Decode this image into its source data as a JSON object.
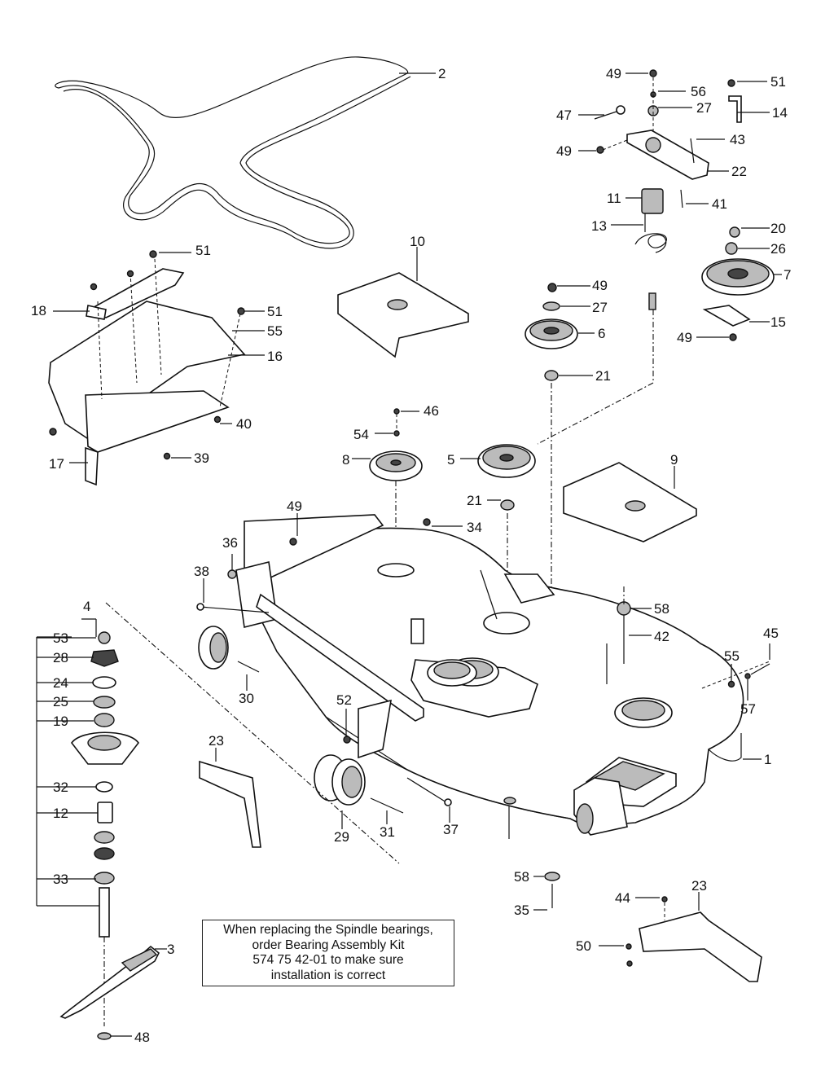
{
  "diagram": {
    "callouts": [
      {
        "id": "c2",
        "label": "2"
      },
      {
        "id": "c49a",
        "label": "49"
      },
      {
        "id": "c51a",
        "label": "51"
      },
      {
        "id": "c56",
        "label": "56"
      },
      {
        "id": "c47",
        "label": "47"
      },
      {
        "id": "c27a",
        "label": "27"
      },
      {
        "id": "c14",
        "label": "14"
      },
      {
        "id": "c49b",
        "label": "49"
      },
      {
        "id": "c43",
        "label": "43"
      },
      {
        "id": "c22",
        "label": "22"
      },
      {
        "id": "c11",
        "label": "11"
      },
      {
        "id": "c41",
        "label": "41"
      },
      {
        "id": "c13",
        "label": "13"
      },
      {
        "id": "c20",
        "label": "20"
      },
      {
        "id": "c26",
        "label": "26"
      },
      {
        "id": "c7",
        "label": "7"
      },
      {
        "id": "c15",
        "label": "15"
      },
      {
        "id": "c49c",
        "label": "49"
      },
      {
        "id": "c51b",
        "label": "51"
      },
      {
        "id": "c18",
        "label": "18"
      },
      {
        "id": "c51c",
        "label": "51"
      },
      {
        "id": "c55a",
        "label": "55"
      },
      {
        "id": "c16",
        "label": "16"
      },
      {
        "id": "c40",
        "label": "40"
      },
      {
        "id": "c39",
        "label": "39"
      },
      {
        "id": "c17",
        "label": "17"
      },
      {
        "id": "c10",
        "label": "10"
      },
      {
        "id": "c49d",
        "label": "49"
      },
      {
        "id": "c27b",
        "label": "27"
      },
      {
        "id": "c6",
        "label": "6"
      },
      {
        "id": "c21a",
        "label": "21"
      },
      {
        "id": "c46",
        "label": "46"
      },
      {
        "id": "c54",
        "label": "54"
      },
      {
        "id": "c8",
        "label": "8"
      },
      {
        "id": "c5",
        "label": "5"
      },
      {
        "id": "c9",
        "label": "9"
      },
      {
        "id": "c21b",
        "label": "21"
      },
      {
        "id": "c49e",
        "label": "49"
      },
      {
        "id": "c34",
        "label": "34"
      },
      {
        "id": "c36",
        "label": "36"
      },
      {
        "id": "c38",
        "label": "38"
      },
      {
        "id": "c58a",
        "label": "58"
      },
      {
        "id": "c42",
        "label": "42"
      },
      {
        "id": "c45",
        "label": "45"
      },
      {
        "id": "c55b",
        "label": "55"
      },
      {
        "id": "c57",
        "label": "57"
      },
      {
        "id": "c4",
        "label": "4"
      },
      {
        "id": "c53",
        "label": "53"
      },
      {
        "id": "c28",
        "label": "28"
      },
      {
        "id": "c24",
        "label": "24"
      },
      {
        "id": "c25",
        "label": "25"
      },
      {
        "id": "c19",
        "label": "19"
      },
      {
        "id": "c30",
        "label": "30"
      },
      {
        "id": "c52",
        "label": "52"
      },
      {
        "id": "c1",
        "label": "1"
      },
      {
        "id": "c23a",
        "label": "23"
      },
      {
        "id": "c32",
        "label": "32"
      },
      {
        "id": "c12",
        "label": "12"
      },
      {
        "id": "c29",
        "label": "29"
      },
      {
        "id": "c31",
        "label": "31"
      },
      {
        "id": "c37",
        "label": "37"
      },
      {
        "id": "c33",
        "label": "33"
      },
      {
        "id": "c58b",
        "label": "58"
      },
      {
        "id": "c35",
        "label": "35"
      },
      {
        "id": "c44",
        "label": "44"
      },
      {
        "id": "c23b",
        "label": "23"
      },
      {
        "id": "c50",
        "label": "50"
      },
      {
        "id": "c3",
        "label": "3"
      },
      {
        "id": "c48",
        "label": "48"
      }
    ],
    "note": {
      "lines": [
        "When replacing the Spindle bearings,",
        "order Bearing Assembly Kit",
        "574 75 42-01 to make sure",
        "installation is correct"
      ]
    }
  }
}
